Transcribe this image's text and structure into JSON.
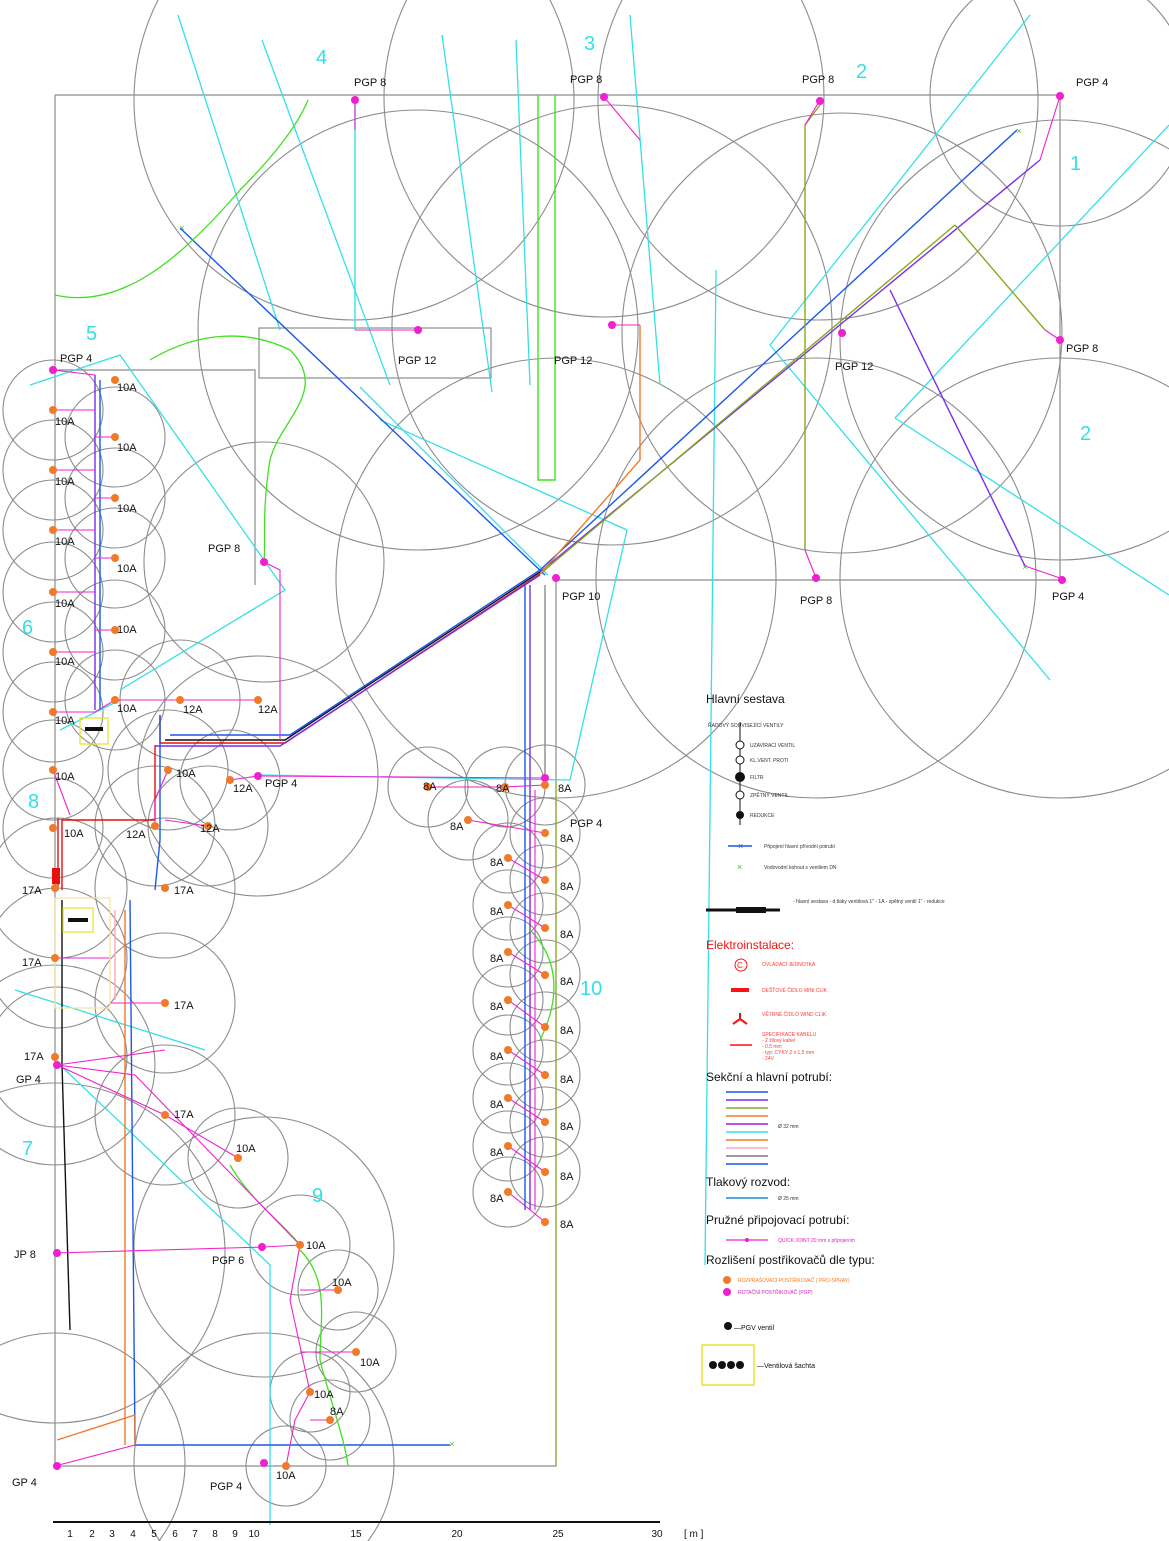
{
  "zone_labels": [
    "1",
    "2",
    "2",
    "3",
    "4",
    "5",
    "6",
    "7",
    "8",
    "9",
    "10"
  ],
  "sprinkler_labels": {
    "pgp4_a": "PGP 4",
    "pgp8_a": "PGP 8",
    "pgp8_b": "PGP 8",
    "pgp8_c": "PGP 8",
    "pgp8_d": "PGP 8",
    "pgp12_a": "PGP 12",
    "pgp12_b": "PGP 12",
    "pgp12_c": "PGP 12",
    "pgp10": "PGP 10",
    "pgp8_e": "PGP 8",
    "pgp4_b": "PGP 4",
    "pgp4_c": "PGP 4",
    "pgp8_f": "PGP 8",
    "pgp4_d": "PGP 4",
    "pgp4_e": "PGP 4",
    "pgp4_f": "PGP 4",
    "gp4_a": "GP 4",
    "jp8": "JP 8",
    "pgp6": "PGP 6",
    "gp4_b": "GP 4",
    "pgp4_g": "PGP 4"
  },
  "nozzle_labels": {
    "n10a": "10A",
    "n12a": "12A",
    "n17a": "17A",
    "n8a": "8A"
  },
  "legend": {
    "title": "Hlavní sestava",
    "tiny1": "ŘADOVÝ SOUVISEJÍCÍ VENTILY",
    "tiny2": "UZAVÍRACÍ VENTIL",
    "tiny3": "KL.VENT. PROTI",
    "tiny4": "FILTR",
    "tiny5": "ZPĚTNÝ VENTIL",
    "tiny6": "REDUKCE",
    "row_blue": "Připojení hlavní přívodní potrubí",
    "row_x": "Vodovodní kohout s ventilem DN",
    "row_cable": "- hlavní sestava\n- d.tlaky ventilová 1\"\n- 1A\n- zpětný ventil 1\"\n- redukce",
    "elektro_title": "Elektroinstalace:",
    "elektro_1": "OVLÁDACÍ JEDNOTKA",
    "elektro_2": "DEŠŤOVÉ ČIDLO  MINI CLIK",
    "elektro_3": "VĚTRNÉ ČIDLO WIND CLIK",
    "elektro_4a": "SPECIFIKACE KABELU",
    "elektro_4b": "- 2 žilový kabel",
    "elektro_4c": "- 0.5 mm",
    "elektro_4d": "- typ: CYKY 2 x 1,5 mm",
    "elektro_4e": "- 24V",
    "section_title": "Sekční a hlavní potrubí:",
    "section_dia": "Ø 32 mm",
    "pressure_title": "Tlakový rozvod:",
    "pressure_dia": "Ø 25 mm",
    "flex_title": "Pružné připojovací potrubí:",
    "flex_desc": "QUICK JOINT 20 mm s připojením",
    "types_title": "Rozlišení postřikovačů dle typu:",
    "type_spray": "ROZPRAŠOVACÍ POSTŘIKOVAČ ( PRO-SPRAY)",
    "type_rotor": "ROTAČNÍ POSTŘIKOVAČ (PGP)",
    "pgv": "—PGV ventil",
    "box": "—Ventilová šachta"
  },
  "scale": {
    "ticks": [
      "1",
      "2",
      "3",
      "4",
      "5",
      "6",
      "7",
      "8",
      "9",
      "10",
      "15",
      "20",
      "25",
      "30"
    ],
    "unit": "[ m ]"
  },
  "colors": {
    "cyan": "#33e0e8",
    "grey": "#8c8c8c",
    "magenta": "#f020d0",
    "orange": "#f07a2a",
    "blue": "#1a58e8",
    "purple": "#7a2ee8",
    "green": "#40e020",
    "olive": "#88a820",
    "red": "#e81010"
  }
}
